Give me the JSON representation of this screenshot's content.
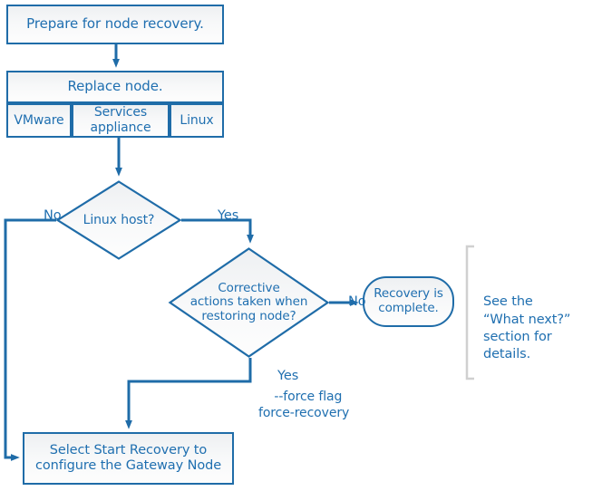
{
  "diagram": {
    "title": "Node recovery flowchart",
    "colors": {
      "stroke": "#1f6ca8",
      "text": "#1f6fb0",
      "bracket": "#d0d0d0",
      "fill_top": "#eef0f2",
      "fill_bottom": "#fdfdfd",
      "background": "#ffffff"
    }
  },
  "nodes": {
    "prepare": {
      "label": "Prepare for node recovery.",
      "shape": "process"
    },
    "replace": {
      "label": "Replace node.",
      "shape": "process"
    },
    "platform_vmware": {
      "label": "VMware",
      "shape": "process"
    },
    "platform_services_appliance": {
      "label": "Services\nappliance",
      "shape": "process"
    },
    "platform_linux": {
      "label": "Linux",
      "shape": "process"
    },
    "linux_host_decision": {
      "label": "Linux host?",
      "shape": "decision"
    },
    "corrective_actions_decision": {
      "label": "Corrective\nactions taken when\nrestoring node?",
      "shape": "decision"
    },
    "recovery_complete": {
      "label": "Recovery is\ncomplete.",
      "shape": "terminator"
    },
    "start_recovery": {
      "label": "Select Start Recovery to\nconfigure the Gateway Node",
      "shape": "process"
    }
  },
  "edge_labels": {
    "linux_host_no": "No",
    "linux_host_yes": "Yes",
    "corrective_no": "No",
    "corrective_yes": "Yes",
    "force_flag": "--force flag\nforce-recovery"
  },
  "annotations": {
    "what_next": "See the\n“What next?”\nsection for details."
  }
}
